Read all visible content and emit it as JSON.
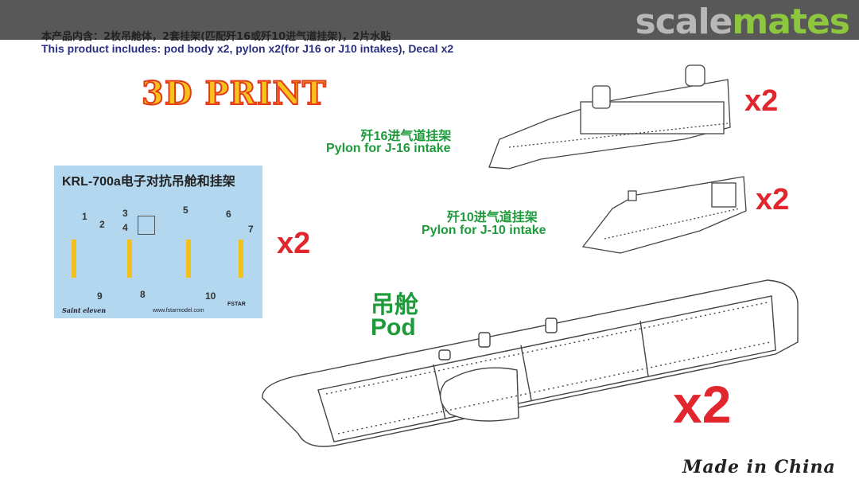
{
  "header": {
    "logo_part1": "scale",
    "logo_part2": "mates",
    "cn_line": "本产品内含：2枚吊舱体，2套挂架(匹配歼16或歼10进气道挂架)，2片水贴",
    "en_line": "This product includes: pod body x2, pylon x2(for J16 or J10 intakes), Decal x2"
  },
  "badge": "3D PRINT",
  "decal": {
    "title": "KRL-700a电子对抗吊舱和挂架",
    "numbers": [
      "1",
      "2",
      "3",
      "4",
      "5",
      "6",
      "7",
      "8",
      "9",
      "10"
    ],
    "brand": "Saint eleven",
    "url": "www.fstarmodel.com",
    "maker": "FSTAR",
    "qty": "x2"
  },
  "pylon_j16": {
    "cn": "歼16进气道挂架",
    "en": "Pylon for J-16 intake",
    "qty": "x2"
  },
  "pylon_j10": {
    "cn": "歼10进气道挂架",
    "en": "Pylon for J-10 intake",
    "qty": "x2"
  },
  "pod": {
    "cn": "吊舱",
    "en": "Pod",
    "qty": "x2"
  },
  "footer": "Made in China",
  "colors": {
    "band": "#585858",
    "qty_red": "#e1262d",
    "label_green": "#1d9a3a",
    "decal_bg": "#b3d7ee"
  }
}
